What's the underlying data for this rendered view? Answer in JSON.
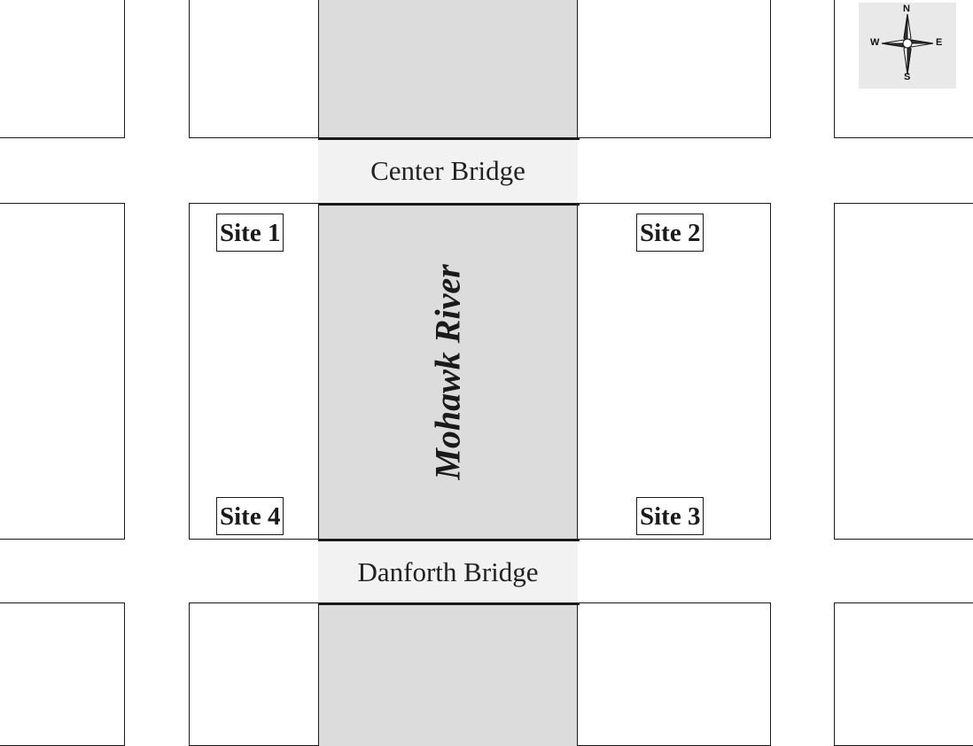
{
  "river": {
    "label": "Mohawk River"
  },
  "bridges": [
    {
      "label": "Center Bridge"
    },
    {
      "label": "Danforth Bridge"
    }
  ],
  "sites": [
    {
      "label": "Site 1"
    },
    {
      "label": "Site 2"
    },
    {
      "label": "Site 3"
    },
    {
      "label": "Site 4"
    }
  ],
  "compass": {
    "north": "N",
    "south": "S",
    "east": "E",
    "west": "W",
    "icon": "compass-rose-icon"
  },
  "colors": {
    "river": "#dcdcdc",
    "bridge": "#f2f2f2",
    "compass_bg": "#e9e9e9",
    "lines": "#1a1a1a"
  }
}
